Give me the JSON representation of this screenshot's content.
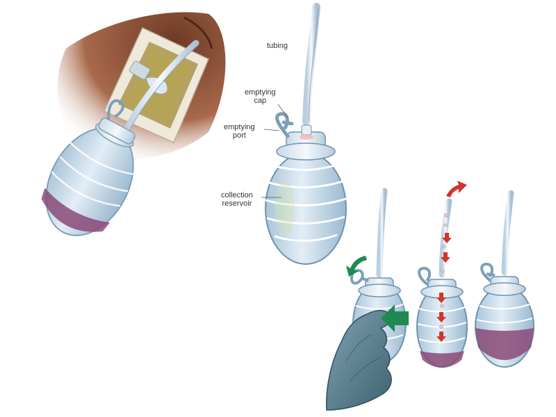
{
  "labels": {
    "tubing": "tubing",
    "emptying_cap_line1": "emptying",
    "emptying_cap_line2": "cap",
    "emptying_port_line1": "emptying",
    "emptying_port_line2": "port",
    "collection_reservoir_line1": "collection",
    "collection_reservoir_line2": "reservoir"
  },
  "colors": {
    "skin": "#8a5238",
    "bulb_fill": "#c9dceb",
    "bulb_stroke": "#7d9fb8",
    "fluid": "#8a4a78",
    "arrow_green": "#1e8a52",
    "arrow_red": "#d2352a",
    "glove": "#5a7f8e"
  }
}
